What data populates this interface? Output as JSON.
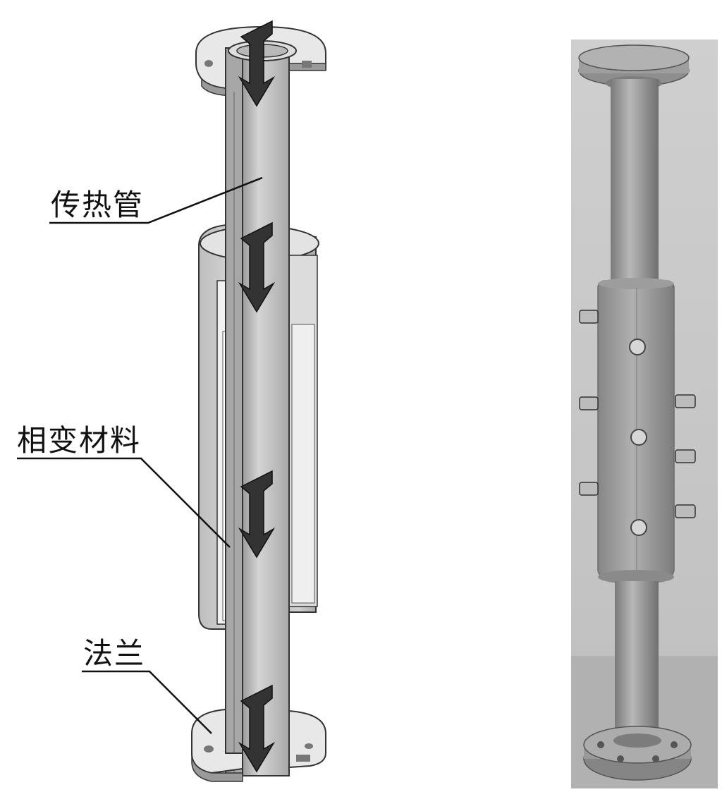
{
  "labels": {
    "heat_tube": "传热管",
    "pcm": "相变材料",
    "flange": "法兰"
  },
  "colors": {
    "tube_face": "#c9c9c9",
    "shell_face": "#b5b5b5",
    "flange_face": "#e6e6e6",
    "pcm_fill": "#ececec",
    "arrow": "#333333",
    "photo_bg": "#c4c4c4",
    "metal": "#8f8f8f"
  },
  "icons": {
    "flow_arrow": "down-arrow-icon",
    "bolt": "bolt-icon"
  }
}
